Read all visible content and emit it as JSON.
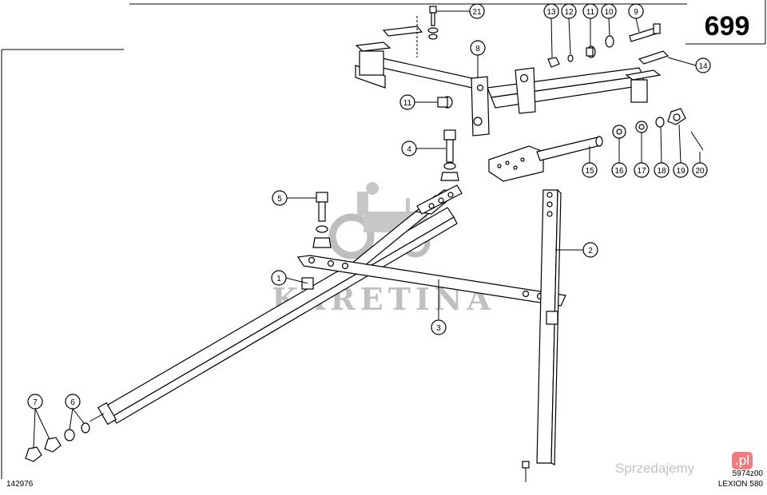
{
  "page_number": "699",
  "drawing_id": "142976",
  "figure_code": "5974z00",
  "model": "LEXION 580",
  "watermark": "KARETINA",
  "site_watermark": {
    "text_main": "Sprzedajemy",
    "text_badge": ".pl"
  },
  "callouts": [
    {
      "id": "c1",
      "label": "1"
    },
    {
      "id": "c2",
      "label": "2"
    },
    {
      "id": "c3",
      "label": "3"
    },
    {
      "id": "c4",
      "label": "4"
    },
    {
      "id": "c5",
      "label": "5"
    },
    {
      "id": "c6",
      "label": "6"
    },
    {
      "id": "c7",
      "label": "7"
    },
    {
      "id": "c8",
      "label": "8"
    },
    {
      "id": "c9",
      "label": "9"
    },
    {
      "id": "c10",
      "label": "10"
    },
    {
      "id": "c11a",
      "label": "11"
    },
    {
      "id": "c11b",
      "label": "11"
    },
    {
      "id": "c12",
      "label": "12"
    },
    {
      "id": "c13",
      "label": "13"
    },
    {
      "id": "c14",
      "label": "14"
    },
    {
      "id": "c15",
      "label": "15"
    },
    {
      "id": "c16",
      "label": "16"
    },
    {
      "id": "c17",
      "label": "17"
    },
    {
      "id": "c18",
      "label": "18"
    },
    {
      "id": "c19",
      "label": "19"
    },
    {
      "id": "c20",
      "label": "20"
    },
    {
      "id": "c21",
      "label": "21"
    }
  ],
  "colors": {
    "line": "#000000",
    "watermark": "#9a9a9a",
    "badge": "#e3262d"
  }
}
